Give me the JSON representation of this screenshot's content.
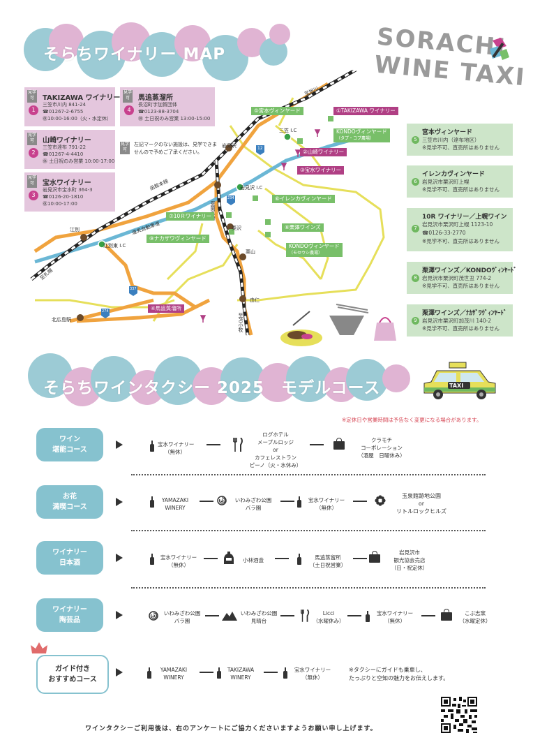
{
  "title_map": "そらちワイナリー MAP",
  "title_course": "そらちワインタクシー 2025　モデルコース",
  "logo": {
    "line1": "SORACHI",
    "line2": "WINE TAXI"
  },
  "colors": {
    "bubble_blue": "#9ccbd5",
    "bubble_pink": "#e0b4d3",
    "road_yellow": "#e6df5a",
    "road_orange": "#f0a33e",
    "road_blue": "#6bb7d5",
    "accent_pink": "#b03f84",
    "accent_green": "#78bf69"
  },
  "badge": "見学可",
  "pink_wineries": [
    {
      "num": "1",
      "name": "TAKIZAWA ワイナリー",
      "address": "三笠市川内 841-24",
      "tel": "☎01267-2-6755",
      "hours": "㊡10:00-16:00（火・水定休）"
    },
    {
      "num": "2",
      "name": "山崎ワイナリー",
      "address": "三笠市達布 791-22",
      "tel": "☎01267-4-4410",
      "hours": "㊡ 土日祝のみ営業 10:00-17:00"
    },
    {
      "num": "3",
      "name": "宝水ワイナリー",
      "address": "岩見沢市宝水町 364-3",
      "tel": "☎0126-20-1810",
      "hours": "㊡10:00-17:00"
    },
    {
      "num": "4",
      "name": "馬追蒸溜所",
      "address": "長沼町字加賀団体",
      "tel": "☎0123-88-3704",
      "hours": "㊡ 土日祝のみ営業 13:00-15:00"
    }
  ],
  "note_map": "左記マークのない施設は、見学できませんので予めご了承ください。",
  "green_wineries": [
    {
      "num": "5",
      "name": "宮本ヴィンヤード",
      "line1": "三笠市川内（達布地区）",
      "line2": "※見学不可、直売所はありません"
    },
    {
      "num": "6",
      "name": "イレンカヴィンヤード",
      "line1": "岩見沢市栗沢町上幌",
      "line2": "※見学不可、直売所はありません"
    },
    {
      "num": "7",
      "name": "10R ワイナリー／上幌ワイン",
      "line1": "岩見沢市栗沢町上幌 1123-10",
      "line2": "☎0126-33-2770",
      "line3": "※見学不可、直売所はありません"
    },
    {
      "num": "8",
      "name": "栗澤ワインズ／KONDOｳﾞｨﾝﾔｰﾄﾞ",
      "line1": "岩見沢市栗沢町茂世丑 774-2",
      "line2": "※見学不可、直売所はありません"
    },
    {
      "num": "9",
      "name": "栗澤ワインズ／ﾅｶｻﾞﾜｳﾞｨﾝﾔｰﾄﾞ",
      "line1": "岩見沢市栗沢町加茂川 140-2",
      "line2": "※見学不可、直売所はありません"
    }
  ],
  "map_labels": {
    "l1": "①TAKIZAWA ワイナリー",
    "l5": "⑤宮本ヴィンヤード",
    "l_kondo1a": "KONDOヴィンヤード",
    "l_kondo1b": "（タプ・コプ農場）",
    "l2": "②山崎ワイナリー",
    "l3": "③宝水ワイナリー",
    "l6": "⑥イレンカヴィンヤード",
    "l7": "⑦10Ｒワイナリー",
    "l8": "⑧栗澤ワインズ",
    "l9": "⑨ナカザワヴィンヤード",
    "l_kondo2a": "KONDOヴィンヤード",
    "l_kondo2b": "（モセウシ農場）",
    "l4": "④馬追蒸溜所"
  },
  "stations": {
    "mikasa_ic": "三笠 I.C",
    "iwamizawa": "岩見沢",
    "iwamizawa_ic": "岩見沢 I.C",
    "kurisawa": "栗沢",
    "kuriyama": "栗山",
    "yuni": "由仁",
    "ebetsu": "江別",
    "ebetsu_higashi": "江別東 I.C",
    "kita_hiroshima": "北広島駅",
    "hakodate_line": "函館本線",
    "muroran_line": "室蘭本線",
    "doo_expressway": "道央自動車道",
    "r12": "12",
    "r234": "234",
    "r337": "337",
    "r274": "274",
    "to_sapporo": "至札幌",
    "to_asahikawa": "至旭川",
    "to_tomakomai": "至苫小牧"
  },
  "notice": "※定休日や営業時間は予告なく変更になる場合があります。",
  "courses": [
    {
      "name1": "ワイン",
      "name2": "堪能コース",
      "stops": [
        {
          "icon": "bottle-icon",
          "text": [
            "宝水ワイナリー",
            "（無休）"
          ]
        },
        {
          "icon": "fork-knife-icon",
          "text": [
            "ログホテル",
            "メープルロッジ",
            "or",
            "カフェレストラン",
            "ピーノ（火・水休み）"
          ]
        },
        {
          "icon": "bag-icon",
          "text": [
            "クラモチ",
            "コーポレーション",
            "（酒屋　日曜休み）"
          ]
        }
      ]
    },
    {
      "name1": "お花",
      "name2": "満喫コース",
      "stops": [
        {
          "icon": "bottle-icon",
          "text": [
            "YAMAZAKI",
            "WINERY"
          ]
        },
        {
          "icon": "rose-icon",
          "text": [
            "いわみざわ公園",
            "バラ園"
          ]
        },
        {
          "icon": "bottle-icon",
          "text": [
            "宝水ワイナリー",
            "（無休）"
          ]
        },
        {
          "icon": "flower-icon",
          "text": [
            "玉泉館跡地公園",
            "or",
            "リトルロックヒルズ"
          ]
        }
      ]
    },
    {
      "name1": "ワイナリー",
      "name2": "日本酒",
      "stops": [
        {
          "icon": "bottle-icon",
          "text": [
            "宝水ワイナリー",
            "（無休）"
          ]
        },
        {
          "icon": "sake-icon",
          "text": [
            "小林酒造"
          ]
        },
        {
          "icon": "bottle-icon",
          "text": [
            "馬追蒸留所",
            "（土日祝営業）"
          ]
        },
        {
          "icon": "bag-icon",
          "text": [
            "岩見沢市",
            "観光協会売店",
            "（日・祝定休）"
          ]
        }
      ]
    },
    {
      "name1": "ワイナリー",
      "name2": "陶芸品",
      "stops": [
        {
          "icon": "rose-icon",
          "text": [
            "いわみざわ公園",
            "バラ園"
          ]
        },
        {
          "icon": "mountain-icon",
          "text": [
            "いわみざわ公園",
            "見晴台"
          ]
        },
        {
          "icon": "fork-knife-icon",
          "text": [
            "Licci",
            "（水曜休み）"
          ]
        },
        {
          "icon": "bottle-icon",
          "text": [
            "宝水ワイナリー",
            "（無休）"
          ]
        },
        {
          "icon": "bag-icon",
          "text": [
            "こぶ志窯",
            "（水曜定休）"
          ]
        }
      ]
    },
    {
      "name1": "ガイド付き",
      "name2": "おすすめコース",
      "stops": [
        {
          "icon": "bottle-icon",
          "text": [
            "YAMAZAKI",
            "WINERY"
          ]
        },
        {
          "icon": "bottle-icon",
          "text": [
            "TAKIZAWA",
            "WINERY"
          ]
        },
        {
          "icon": "bottle-icon",
          "text": [
            "宝水ワイナリー",
            "（無休）"
          ]
        }
      ],
      "note": [
        "※タクシーにガイドも乗車し、",
        "たっぷりと空知の魅力をお伝えします。"
      ]
    }
  ],
  "taxi_sign": "TAXI",
  "footer": "ワインタクシーご利用後は、右のアンケートにご協力くださいますようお願い申し上げます。"
}
